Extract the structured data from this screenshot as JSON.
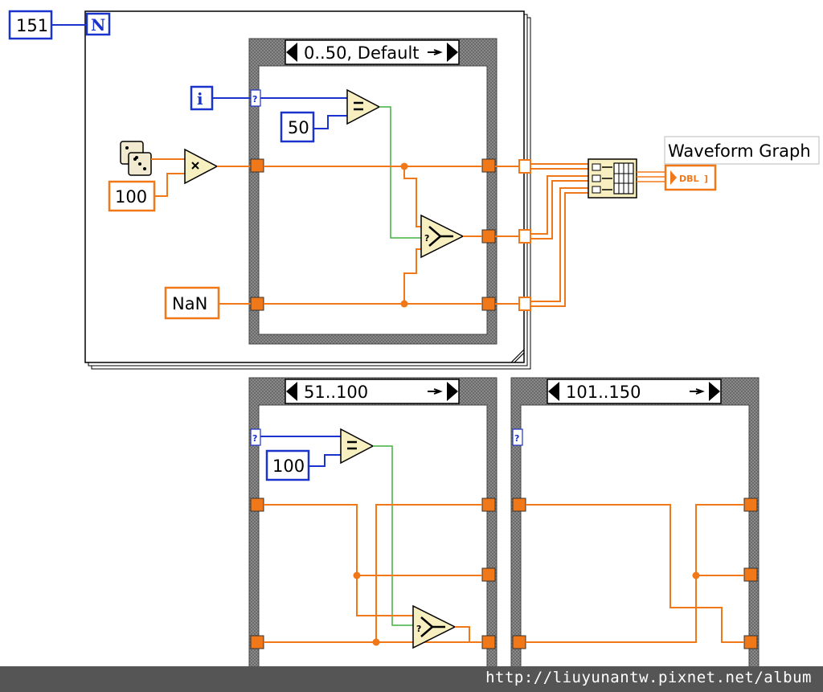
{
  "loop": {
    "count": "151",
    "count_terminal": "N",
    "iteration_terminal": "i"
  },
  "case_main": {
    "selector": "0..50, Default",
    "compare_constant": "50"
  },
  "case_mid": {
    "selector": "51..100",
    "compare_constant": "100"
  },
  "case_last": {
    "selector": "101..150"
  },
  "random_scale": "100",
  "nan_constant": "NaN",
  "graph": {
    "label": "Waveform Graph",
    "terminal": "DBL"
  },
  "selector_terminal": "?",
  "watermark": "http://liuyunantw.pixnet.net/album",
  "colors": {
    "orange_wire": "#f07818",
    "green_wire": "#40b040",
    "blue_int": "#1a33cc",
    "frame": "#7a7a7a"
  },
  "icons": [
    "dice-icon",
    "multiply-icon",
    "equal-icon",
    "select-icon",
    "build-array-icon"
  ]
}
